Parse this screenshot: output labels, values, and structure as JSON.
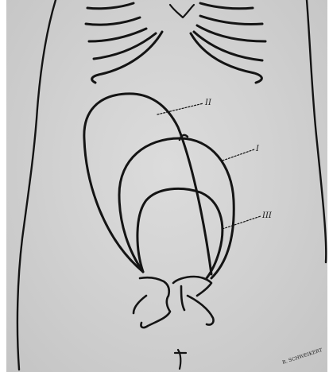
{
  "labels": {
    "one": "I",
    "two": "II",
    "three": "III"
  },
  "signature": "R. SCHWEIKERT"
}
